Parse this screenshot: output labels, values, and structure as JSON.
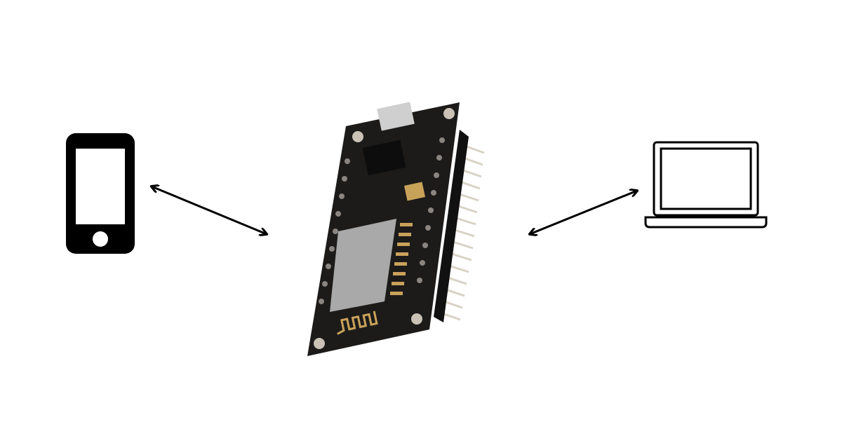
{
  "diagram": {
    "nodes": [
      {
        "id": "phone",
        "icon": "smartphone-icon"
      },
      {
        "id": "board",
        "icon": "esp8266-nodemcu-board"
      },
      {
        "id": "laptop",
        "icon": "laptop-icon"
      }
    ],
    "edges": [
      {
        "from": "phone",
        "to": "board",
        "direction": "bidirectional"
      },
      {
        "from": "board",
        "to": "laptop",
        "direction": "bidirectional"
      }
    ],
    "colors": {
      "background": "#ffffff",
      "icon": "#000000",
      "board_pcb": "#1c1b1a",
      "module_shield": "#a9a9a9",
      "gold_traces": "#c9a25a",
      "pins": "#d8d2c6"
    }
  }
}
